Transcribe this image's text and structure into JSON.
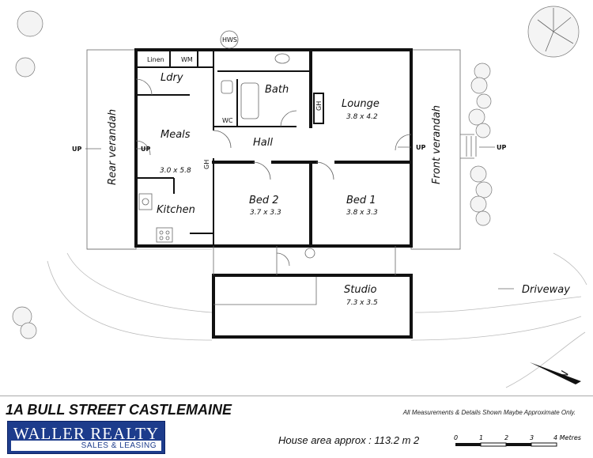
{
  "rooms": {
    "linen": "Linen",
    "wm": "WM",
    "ldry": "Ldry",
    "hws": "HWS",
    "bath": "Bath",
    "wc": "WC",
    "gh_left": "GH",
    "gh_right": "GH",
    "lounge": "Lounge",
    "lounge_dim": "3.8 x 4.2",
    "meals": "Meals",
    "meals_dim": "3.0 x 5.8",
    "hall": "Hall",
    "kitchen": "Kitchen",
    "bed2": "Bed 2",
    "bed2_dim": "3.7 x 3.3",
    "bed1": "Bed 1",
    "bed1_dim": "3.8 x 3.3",
    "studio": "Studio",
    "studio_dim": "7.3 x 3.5",
    "rear_verandah": "Rear verandah",
    "front_verandah": "Front verandah",
    "driveway": "Driveway"
  },
  "up_markers": [
    "UP",
    "UP",
    "UP",
    "UP"
  ],
  "compass": "N",
  "footer": {
    "address": "1A BULL STREET CASTLEMAINE",
    "disclaimer": "All Measurements & Details Shown Maybe Approximate Only.",
    "area_text": "House area approx : 113.2 m 2",
    "logo_name": "WALLER REALTY",
    "logo_sub": "SALES & LEASING"
  },
  "scale": {
    "ticks": [
      "0",
      "1",
      "2",
      "3",
      "4 Metres"
    ]
  }
}
